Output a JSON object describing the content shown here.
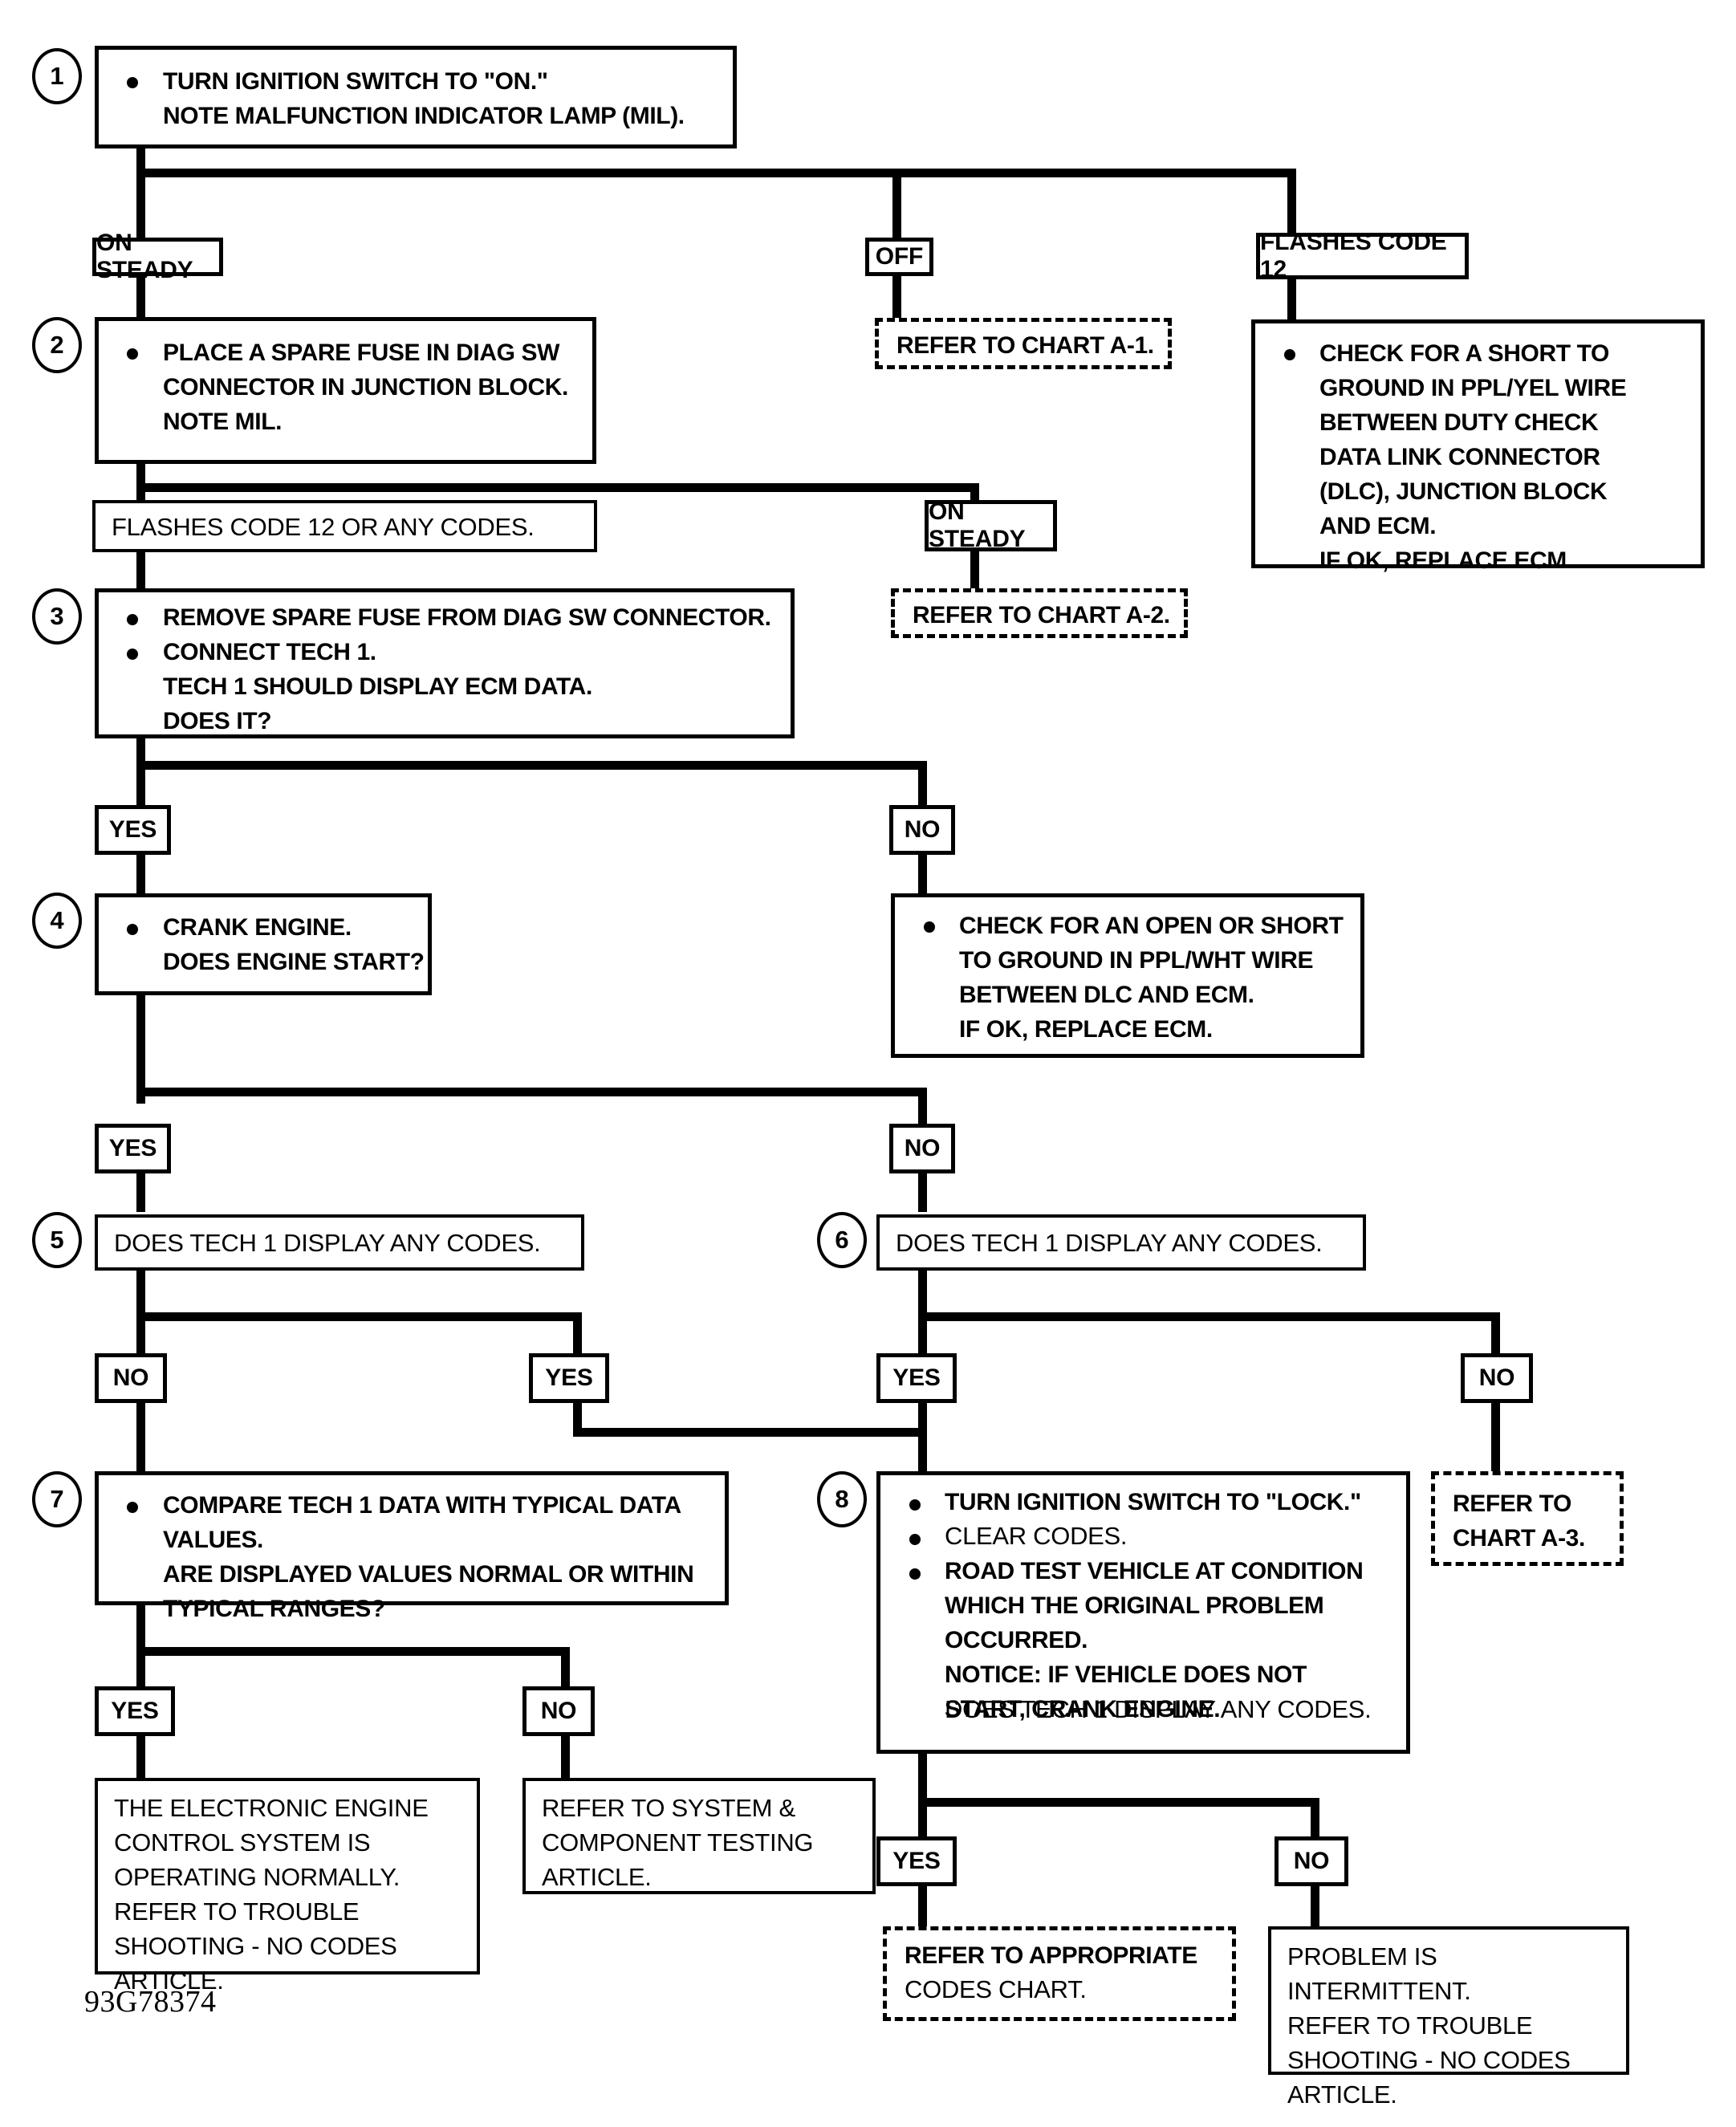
{
  "document": {
    "type": "diagnostic-flow-chart",
    "doc_id": "93G78374"
  },
  "steps": {
    "s1": {
      "number": "1",
      "text": "TURN IGNITION SWITCH TO \"ON.\"\nNOTE MALFUNCTION INDICATOR LAMP (MIL)."
    },
    "s2": {
      "number": "2",
      "text": "PLACE A SPARE FUSE IN DIAG SW\nCONNECTOR IN JUNCTION BLOCK.\nNOTE MIL."
    },
    "s3": {
      "number": "3",
      "line1": "REMOVE SPARE FUSE FROM DIAG SW CONNECTOR.",
      "line2": "CONNECT TECH 1.",
      "line3": "TECH 1 SHOULD DISPLAY ECM DATA.\nDOES IT?"
    },
    "s4": {
      "number": "4",
      "text": "CRANK ENGINE.\nDOES ENGINE START?"
    },
    "s5": {
      "number": "5",
      "text": "DOES TECH 1 DISPLAY ANY CODES."
    },
    "s6": {
      "number": "6",
      "text": "DOES TECH 1 DISPLAY ANY CODES."
    },
    "s7": {
      "number": "7",
      "text": "COMPARE TECH 1 DATA WITH TYPICAL DATA\nVALUES.\nARE DISPLAYED VALUES NORMAL OR WITHIN\nTYPICAL RANGES?"
    },
    "s8": {
      "number": "8",
      "line1": "TURN IGNITION SWITCH TO \"LOCK.\"",
      "line2": "CLEAR CODES.",
      "line3": "ROAD TEST VEHICLE AT CONDITION\nWHICH THE ORIGINAL PROBLEM\nOCCURRED.\nNOTICE:  IF VEHICLE DOES NOT\nSTART, CRANK ENGINE.",
      "line4": "DOES TECH 1 DISPLAY ANY CODES."
    }
  },
  "actions": {
    "code12_short": "CHECK FOR A SHORT TO\nGROUND IN PPL/YEL WIRE\nBETWEEN DUTY CHECK\nDATA LINK CONNECTOR\n(DLC), JUNCTION BLOCK\nAND ECM.\nIF OK, REPLACE ECM.",
    "open_short_ppl_wht": "CHECK FOR AN OPEN OR SHORT\nTO GROUND IN PPL/WHT WIRE\nBETWEEN DLC AND ECM.\nIF OK, REPLACE ECM."
  },
  "tags": {
    "on_steady_1": "ON STEADY",
    "off": "OFF",
    "flashes_code_12": "FLASHES CODE 12",
    "on_steady_2": "ON STEADY",
    "yes_s3": "YES",
    "no_s3": "NO",
    "yes_s4": "YES",
    "no_s4": "NO",
    "no_s5": "NO",
    "yes_s5": "YES",
    "yes_s6": "YES",
    "no_s6": "NO",
    "yes_s7": "YES",
    "no_s7": "NO",
    "yes_s8": "YES",
    "no_s8": "NO"
  },
  "conditions": {
    "flashes_code_12_or_any": "FLASHES CODE 12 OR ANY CODES."
  },
  "terminals": {
    "chart_a1": "REFER TO CHART A-1.",
    "chart_a2": "REFER TO CHART A-2.",
    "chart_a3": "REFER TO\nCHART A-3.",
    "normal_operation": "THE ELECTRONIC ENGINE\nCONTROL SYSTEM IS\nOPERATING NORMALLY.\nREFER TO TROUBLE\nSHOOTING  -  NO CODES\nARTICLE.",
    "system_component_testing": "REFER TO SYSTEM &\nCOMPONENT TESTING\nARTICLE.",
    "appropriate_codes_chart_bold": "REFER TO APPROPRIATE",
    "appropriate_codes_chart_light": "CODES CHART.",
    "intermittent": "PROBLEM IS INTERMITTENT.\nREFER TO TROUBLE\nSHOOTING  -  NO CODES\nARTICLE."
  },
  "colors": {
    "ink": "#000000",
    "paper": "#ffffff"
  }
}
